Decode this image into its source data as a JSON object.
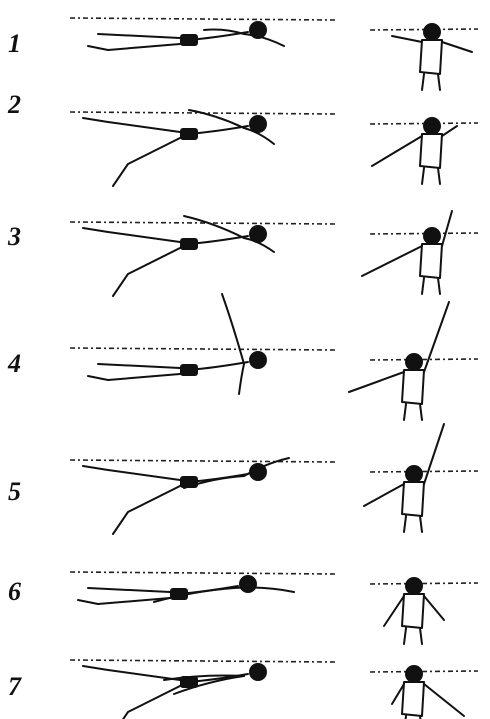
{
  "figure": {
    "phases": [
      {
        "label": "1"
      },
      {
        "label": "2"
      },
      {
        "label": "3"
      },
      {
        "label": "4"
      },
      {
        "label": "5"
      },
      {
        "label": "6"
      },
      {
        "label": "7"
      }
    ],
    "colors": {
      "ink": "#111111",
      "background": "#ffffff"
    }
  }
}
